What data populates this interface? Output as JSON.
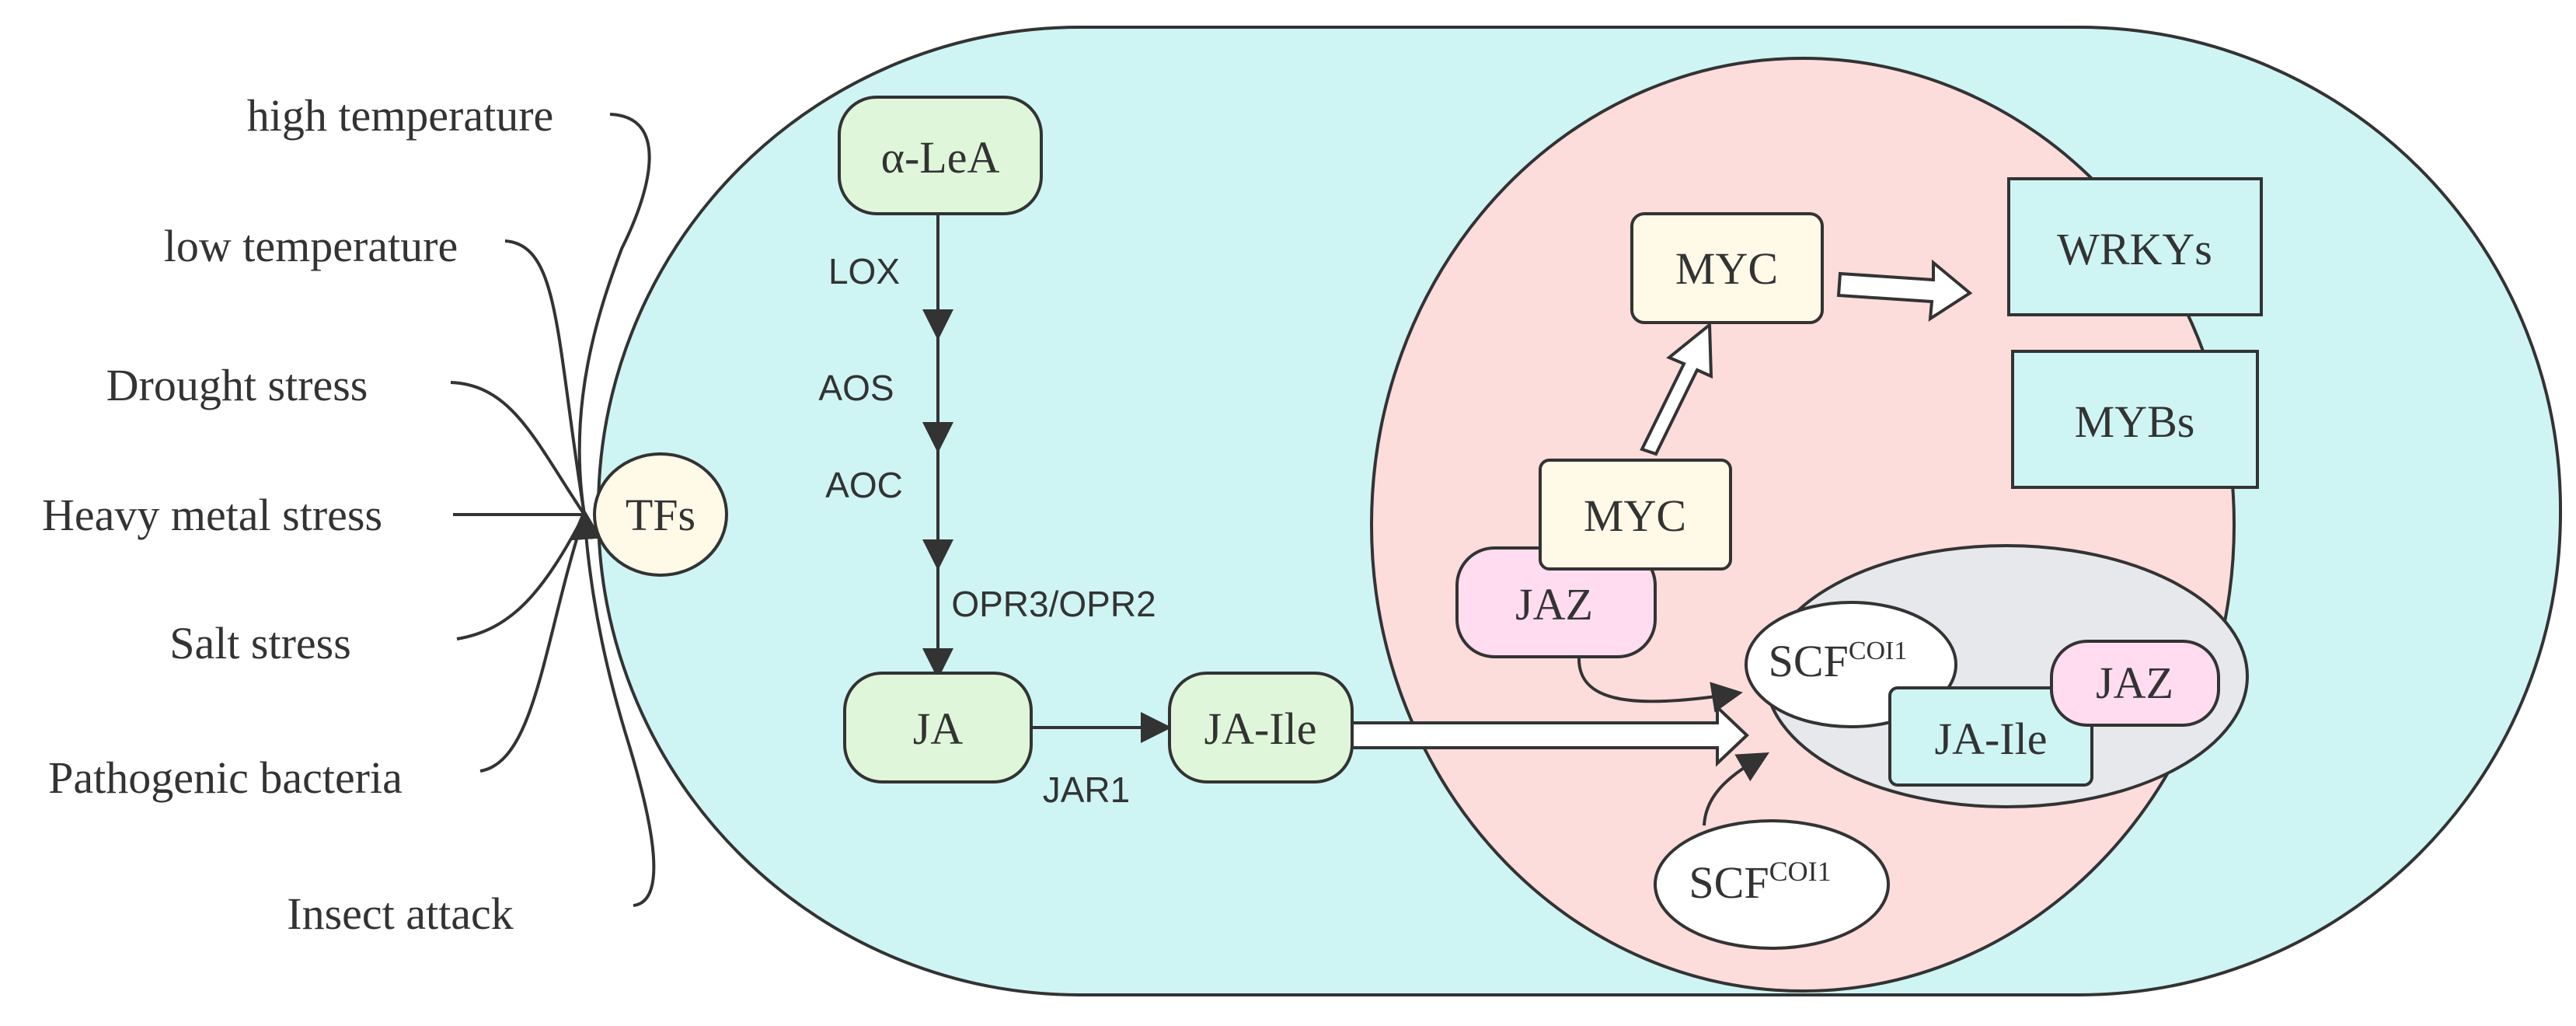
{
  "stresses": [
    {
      "id": "high-temperature",
      "label": "high temperature"
    },
    {
      "id": "low-temperature",
      "label": "low temperature"
    },
    {
      "id": "drought-stress",
      "label": "Drought stress"
    },
    {
      "id": "heavy-metal-stress",
      "label": "Heavy metal stress"
    },
    {
      "id": "salt-stress",
      "label": "Salt stress"
    },
    {
      "id": "pathogenic-bacteria",
      "label": "Pathogenic bacteria"
    },
    {
      "id": "insect-attack",
      "label": "Insect attack"
    }
  ],
  "tfs": "TFs",
  "pathway": {
    "alpha_lea": "α-LeA",
    "lox": "LOX",
    "aos": "AOS",
    "aoc": "AOC",
    "opr": "OPR3/OPR2",
    "ja": "JA",
    "jar1": "JAR1",
    "ja_ile": "JA-Ile"
  },
  "nucleus": {
    "myc_top": "MYC",
    "wrkys": "WRKYs",
    "mybs": "MYBs",
    "myc_bottom": "MYC",
    "jaz_left": "JAZ",
    "complex": {
      "scf_base": "SCF",
      "scf_sup": "COI1",
      "jaz": "JAZ",
      "ja_ile": "JA-Ile"
    },
    "free_scf": {
      "base": "SCF",
      "sup": "COI1"
    }
  },
  "colors": {
    "cell_fill": "#cff4f4",
    "nucleus_fill": "#fddcdc",
    "complex_fill": "#e6e8ec",
    "green_node": "#e0f6db",
    "cream_node": "#fff9e8",
    "pink_node": "#ffdcef",
    "cyan_box": "#cff4f4",
    "stroke": "#333333"
  }
}
